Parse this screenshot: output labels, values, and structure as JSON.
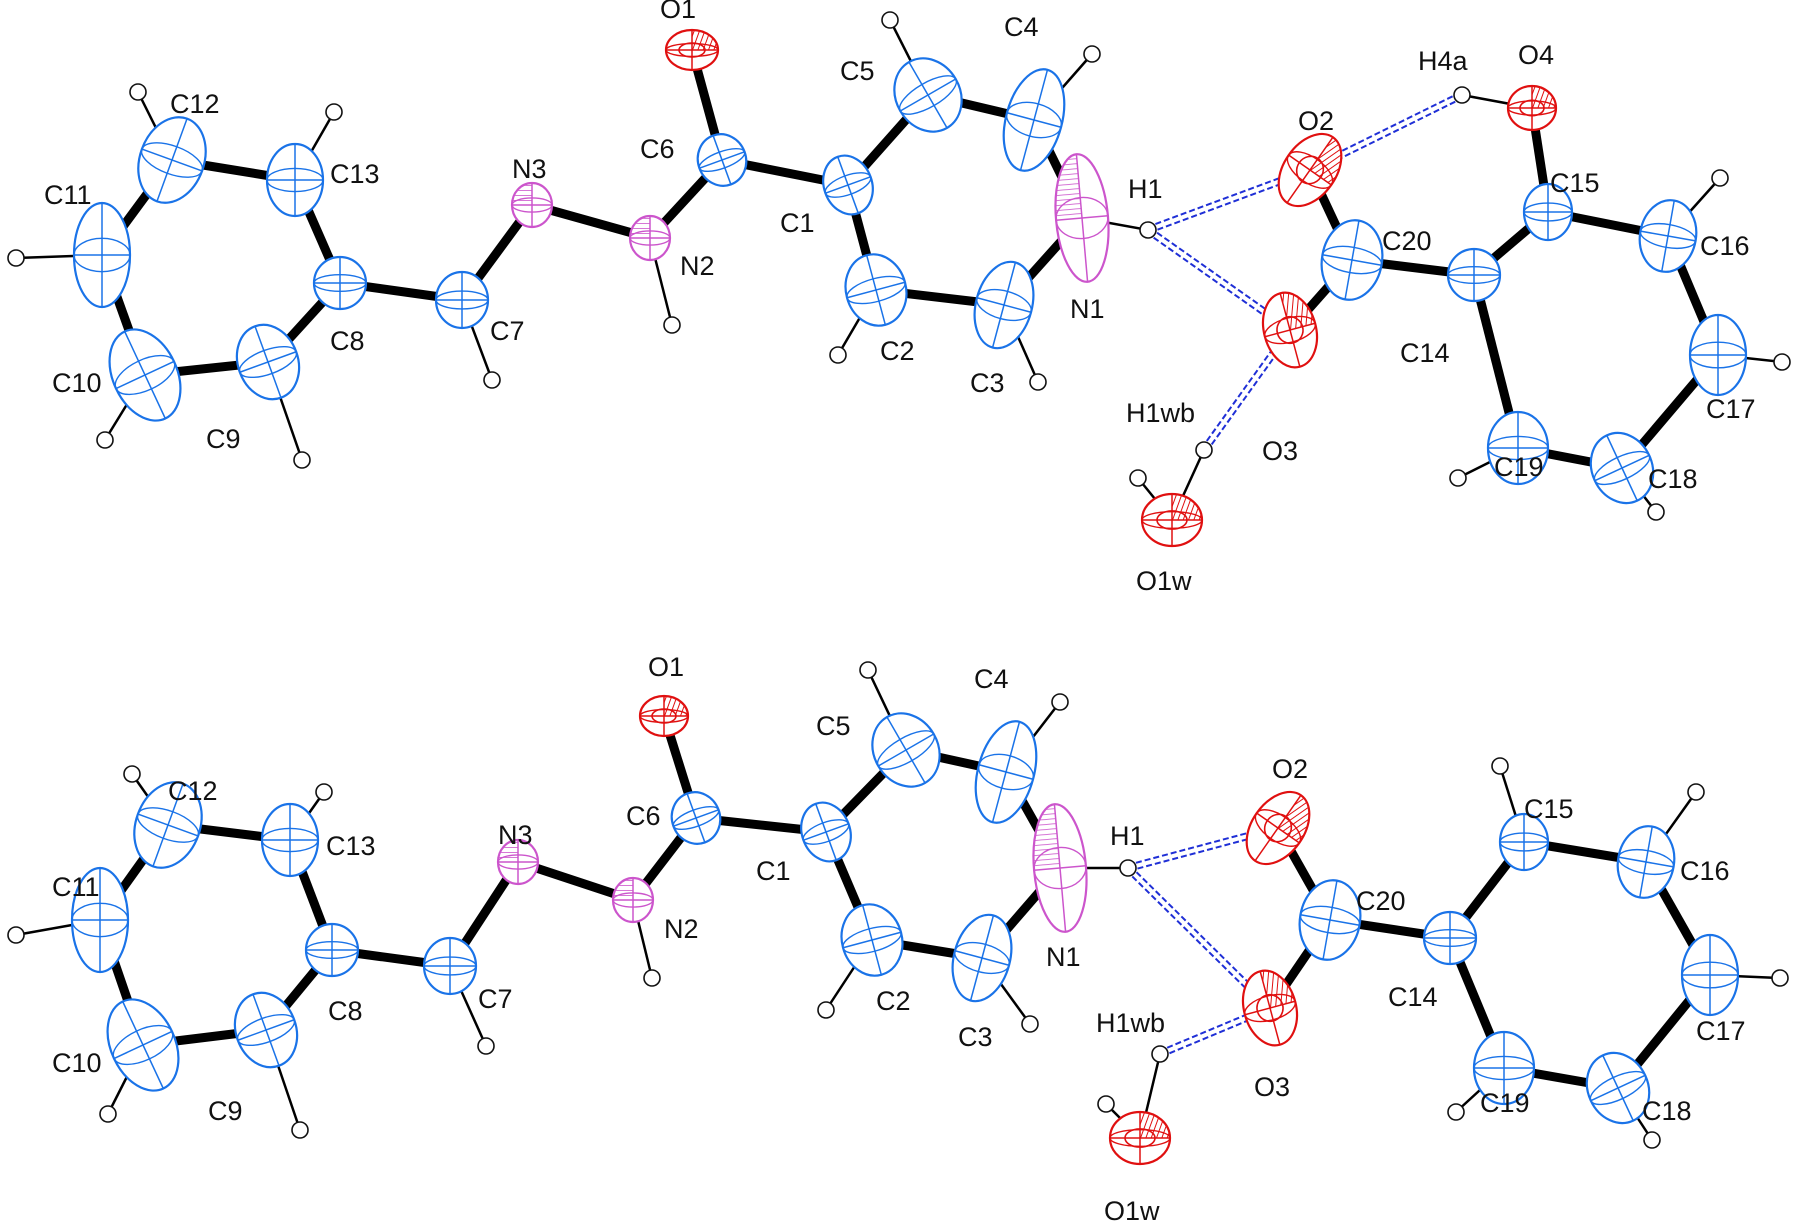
{
  "colors": {
    "carbon": "#1a73e8",
    "nitrogen": "#cc55cc",
    "oxygen": "#e01010",
    "hydrogen_fill": "#ffffff",
    "bond": "#000000",
    "hydrogen_bond": "#1f2fd6"
  },
  "panels": [
    {
      "label_texts": [
        "O1",
        "C6",
        "N3",
        "N2",
        "C1",
        "C5",
        "C4",
        "C2",
        "C3",
        "N1",
        "H1",
        "O2",
        "O3",
        "H1wb",
        "O1w",
        "C20",
        "C14",
        "C15",
        "C16",
        "C17",
        "C18",
        "C19",
        "H4a",
        "O4",
        "C7",
        "C8",
        "C9",
        "C10",
        "C11",
        "C12",
        "C13"
      ]
    },
    {
      "label_texts": [
        "O1",
        "C6",
        "N3",
        "N2",
        "C1",
        "C5",
        "C4",
        "C2",
        "C3",
        "N1",
        "H1",
        "O2",
        "O3",
        "H1wb",
        "O1w",
        "C20",
        "C14",
        "C15",
        "C16",
        "C17",
        "C18",
        "C19",
        "C7",
        "C8",
        "C9",
        "C10",
        "C11",
        "C12",
        "C13"
      ]
    }
  ]
}
